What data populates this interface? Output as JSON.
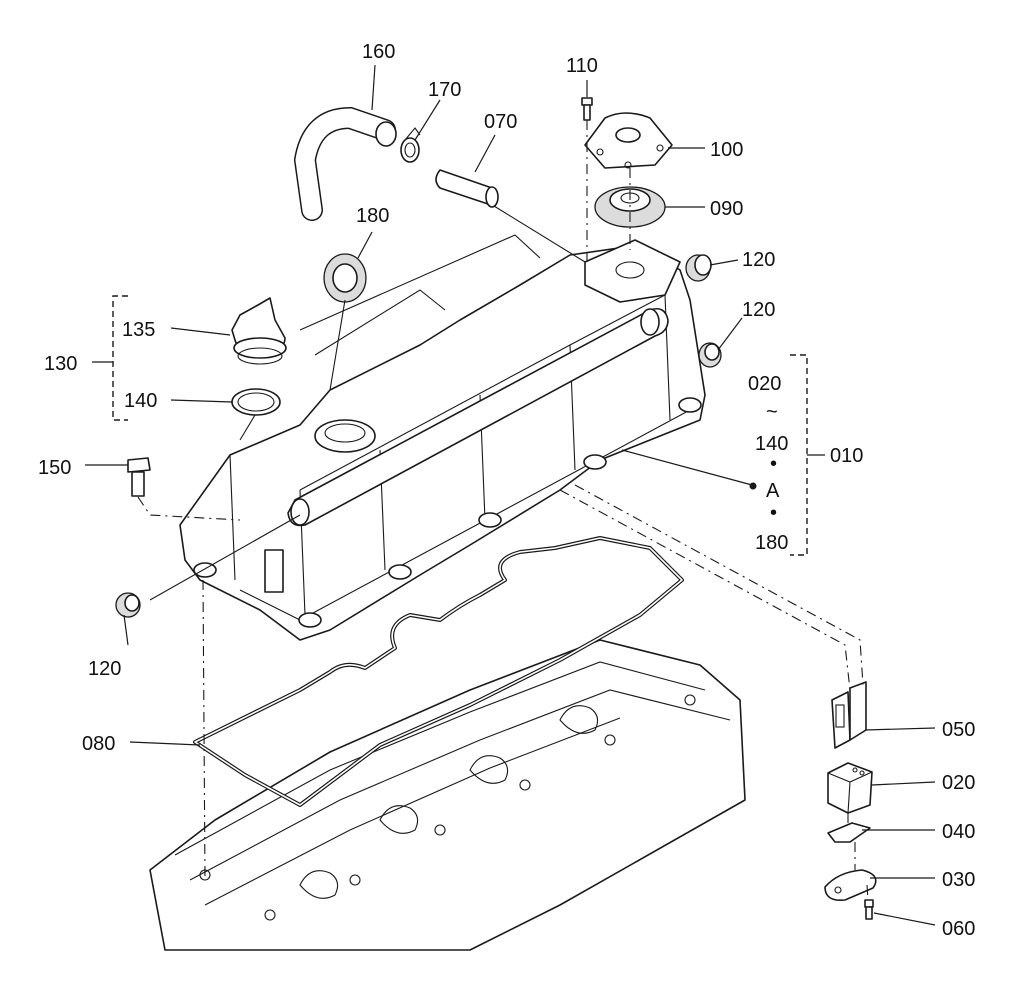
{
  "parts": {
    "p160": "160",
    "p170": "170",
    "p070": "070",
    "p110": "110",
    "p100": "100",
    "p090": "090",
    "p180": "180",
    "p120a": "120",
    "p120b": "120",
    "p120c": "120",
    "p135": "135",
    "p130": "130",
    "p140": "140",
    "p150": "150",
    "p080": "080",
    "p050": "050",
    "p020": "020",
    "p040": "040",
    "p030": "030",
    "p060": "060",
    "p010": "010"
  },
  "kit_legend": {
    "from": "020",
    "tilde": "~",
    "to": "140",
    "dot1": "•",
    "ref": "A",
    "dot2": "•",
    "last": "180"
  }
}
